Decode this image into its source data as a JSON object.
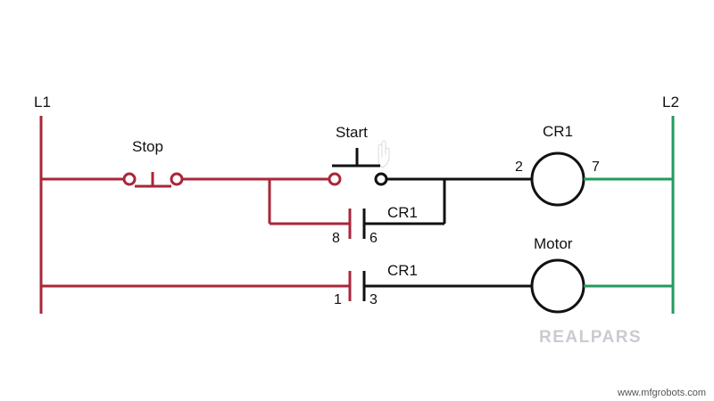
{
  "rails": {
    "left": "L1",
    "right": "L2"
  },
  "rungs": [
    {
      "stop_label": "Stop",
      "start_label": "Start",
      "coil_label": "CR1",
      "coil_left_terminal": "2",
      "coil_right_terminal": "7"
    },
    {
      "contact_label": "CR1",
      "left_terminal": "8",
      "right_terminal": "6"
    },
    {
      "contact_label": "CR1",
      "left_terminal": "1",
      "right_terminal": "3",
      "load_label": "Motor"
    }
  ],
  "colors": {
    "energized": "#a8273a",
    "deenergized": "#111111",
    "neutral": "#239a5e"
  },
  "watermark": "REALPARS",
  "credit": "www.mfgrobots.com"
}
